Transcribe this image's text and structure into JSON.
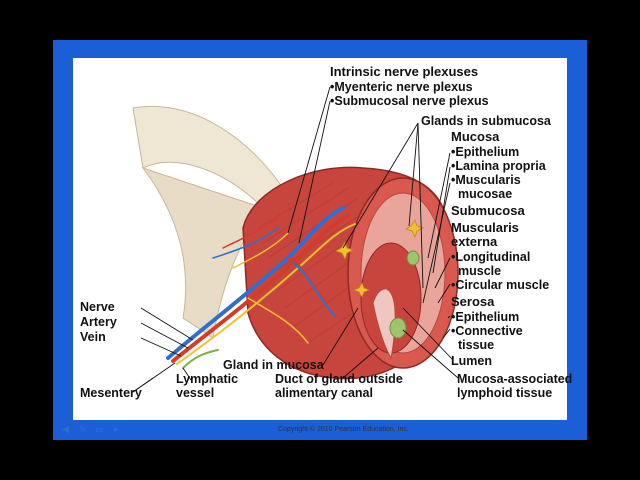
{
  "colors": {
    "frame": "#1a5fd6",
    "background": "#000000",
    "panel": "#ffffff",
    "muscle": "#c8453d",
    "nerve": "#f2c02e",
    "artery": "#d63a2a",
    "vein": "#2f6fd0"
  },
  "labels": {
    "intrinsic": "Intrinsic nerve plexuses",
    "myenteric": "•Myenteric nerve plexus",
    "submucosal_plexus": "•Submucosal nerve plexus",
    "glands_submucosa": "Glands in submucosa",
    "mucosa": "Mucosa",
    "mucosa_epithelium": "•Epithelium",
    "lamina_propria": "•Lamina propria",
    "muscularis_mucosae_1": "•Muscularis",
    "muscularis_mucosae_2": "mucosae",
    "submucosa": "Submucosa",
    "muscularis_externa_1": "Muscularis",
    "muscularis_externa_2": "externa",
    "longitudinal_1": "•Longitudinal",
    "longitudinal_2": "muscle",
    "circular": "•Circular muscle",
    "serosa": "Serosa",
    "serosa_epithelium": "•Epithelium",
    "connective_1": "•Connective",
    "connective_2": "tissue",
    "lumen": "Lumen",
    "nerve": "Nerve",
    "artery": "Artery",
    "vein": "Vein",
    "mesentery": "Mesentery",
    "gland_mucosa": "Gland in mucosa",
    "lymphatic_1": "Lymphatic",
    "lymphatic_2": "vessel",
    "duct_1": "Duct of gland outside",
    "duct_2": "alimentary canal",
    "malt_1": "Mucosa-associated",
    "malt_2": "lymphoid tissue"
  },
  "copyright": "Copyright © 2010 Pearson Education, Inc.",
  "toolbar": {
    "icons": [
      "arrow-back-icon",
      "pen-icon",
      "slides-icon",
      "menu-icon"
    ]
  }
}
